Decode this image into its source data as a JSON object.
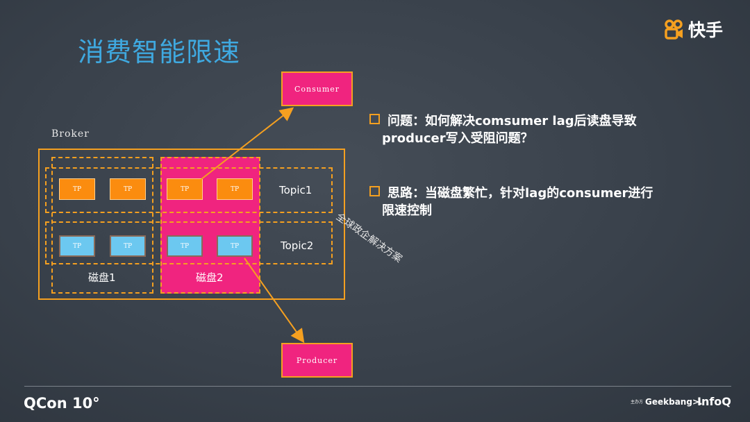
{
  "title": "消费智能限速",
  "logo": {
    "text": "快手"
  },
  "diagram": {
    "broker_label": "Broker",
    "tp_label": "TP",
    "topics": [
      "Topic1",
      "Topic2"
    ],
    "disks": [
      "磁盘1",
      "磁盘2"
    ],
    "consumer_label": "Consumer",
    "producer_label": "Producer"
  },
  "bullets": [
    {
      "line1": "问题：如何解决comsumer lag后读盘导致",
      "line2": "producer写入受阻问题？"
    },
    {
      "line1": "思路：当磁盘繁忙，针对lag的consumer进行",
      "line2": "限速控制"
    }
  ],
  "watermark": "全球政企解决方案",
  "footer": {
    "qcon": "QCon 10°",
    "organizer_small": "主办方",
    "geekbang": "Geekbang>.",
    "infoq": "InfoQ"
  },
  "colors": {
    "title": "#3fa9e0",
    "accent": "#f5a020",
    "pink": "#f0247f",
    "tp_orange": "#fb8c0f",
    "tp_blue": "#6cc8f0"
  }
}
